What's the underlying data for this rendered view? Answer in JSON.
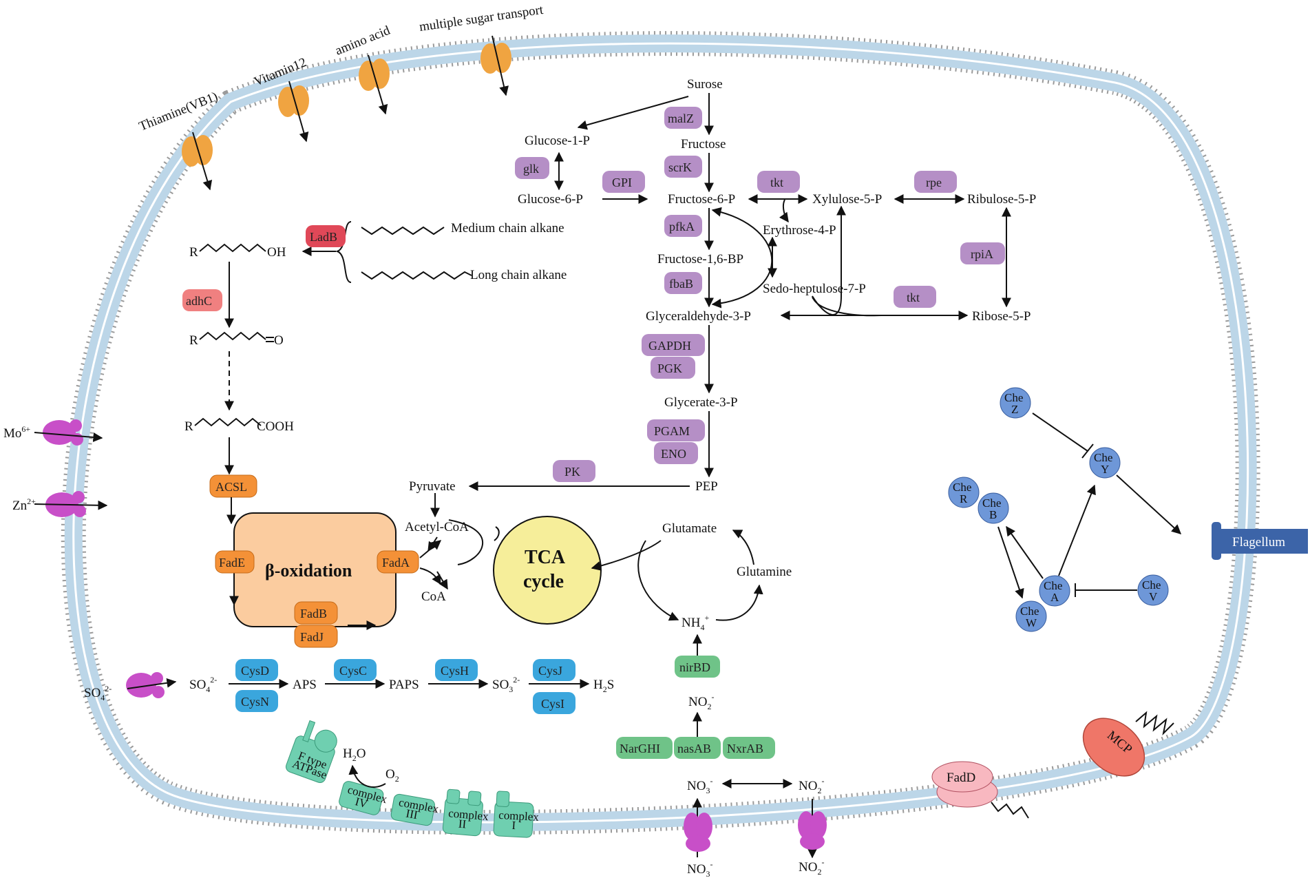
{
  "colors": {
    "membrane": "#bcd6e8",
    "lipid_head": "#9a9a9a",
    "transporter_orange": "#f0a441",
    "transporter_magenta": "#c84fc8",
    "enzyme_purple": "#b58fc6",
    "enzyme_red": "#e04858",
    "enzyme_salmon": "#f08080",
    "enzyme_orange": "#f49137",
    "beta_oxidation_box": "#fbcc9f",
    "tca": "#f6ee9a",
    "enzyme_blue": "#3aa6dd",
    "enzyme_green": "#6fc388",
    "respiratory_teal": "#6fcfb0",
    "che_blue": "#6e97d8",
    "flagellum": "#3c64a8",
    "mcp": "#ef7668",
    "fadd": "#f8b8c0"
  },
  "transporters": {
    "thiamine": "Thiamine(VB1)",
    "vitamin12": "Vitamin12",
    "amino_acid": "amino acid",
    "sugar": "multiple sugar transport",
    "mo": "Mo",
    "mo_sup": "6+",
    "zn": "Zn",
    "zn_sup": "2+",
    "so4": "SO",
    "so4_sub": "4",
    "so4_sup": "2-",
    "no3_in": "NO",
    "no3_in_sub": "3",
    "no3_in_sup": "-",
    "no2_in": "NO",
    "no2_in_sub": "2",
    "no2_in_sup": "-"
  },
  "glycolysis": {
    "surose": "Surose",
    "fructose": "Fructose",
    "glucose1p": "Glucose-1-P",
    "glucose6p": "Glucose-6-P",
    "fructose6p": "Fructose-6-P",
    "fructose16bp": "Fructose-1,6-BP",
    "g3p": "Glyceraldehyde-3-P",
    "glycerate3p": "Glycerate-3-P",
    "pep": "PEP",
    "pyruvate": "Pyruvate",
    "acetylcoa": "Acetyl-CoA",
    "coa": "CoA",
    "xylulose5p": "Xylulose-5-P",
    "ribulose5p": "Ribulose-5-P",
    "erythrose4p": "Erythrose-4-P",
    "sedo7p": "Sedo-heptulose-7-P",
    "ribose5p": "Ribose-5-P"
  },
  "enzymes": {
    "malZ": "malZ",
    "scrK": "scrK",
    "glk": "glk",
    "GPI": "GPI",
    "tkt1": "tkt",
    "rpe": "rpe",
    "pfkA": "pfkA",
    "rpiA": "rpiA",
    "fbaB": "fbaB",
    "tkt2": "tkt",
    "GAPDH": "GAPDH",
    "PGK": "PGK",
    "PGAM": "PGAM",
    "ENO": "ENO",
    "PK": "PK",
    "LadB": "LadB",
    "adhC": "adhC",
    "ACSL": "ACSL",
    "FadE": "FadE",
    "FadA": "FadA",
    "FadB": "FadB",
    "FadJ": "FadJ",
    "CysD": "CysD",
    "CysN": "CysN",
    "CysC": "CysC",
    "CysH": "CysH",
    "CysJ": "CysJ",
    "CysI": "CysI",
    "nirBD": "nirBD",
    "NarGHI": "NarGHI",
    "nasAB": "nasAB",
    "NxrAB": "NxrAB"
  },
  "alkane": {
    "medium": "Medium chain alkane",
    "long": "Long chain alkane",
    "r": "R",
    "oh": "OH",
    "o": "O",
    "cooh": "COOH"
  },
  "beta_oxidation": {
    "label": "β-oxidation"
  },
  "tca": {
    "line1": "TCA",
    "line2": "cycle"
  },
  "nitrogen": {
    "glutamate": "Glutamate",
    "glutamine": "Glutamine",
    "nh4": "NH",
    "nh4_sub": "4",
    "nh4_sup": "+",
    "no2": "NO",
    "no2_sub": "2",
    "no2_sup": "-",
    "no3": "NO",
    "no3_sub": "3",
    "no3_sup": "-"
  },
  "sulfur": {
    "so4": "SO",
    "so4_sub": "4",
    "so4_sup": "2-",
    "aps": "APS",
    "paps": "PAPS",
    "so3": "SO",
    "so3_sub": "3",
    "so3_sup": "2-",
    "h2s": "H",
    "h2s_sub": "2",
    "h2s_tail": "S"
  },
  "respiration": {
    "atpase_l1": "F type",
    "atpase_l2": "ATPase",
    "complex": "complex",
    "c4": "IV",
    "c3": "III",
    "c2": "II",
    "c1": "I",
    "h2o_h": "H",
    "h2o_sub": "2",
    "h2o_o": "O",
    "o2": "O",
    "o2_sub": "2"
  },
  "chemotaxis": {
    "che": "Che",
    "z": "Z",
    "y": "Y",
    "r": "R",
    "b": "B",
    "a": "A",
    "w": "W",
    "v": "V",
    "flagellum": "Flagellum",
    "mcp": "MCP",
    "fadd": "FadD"
  }
}
